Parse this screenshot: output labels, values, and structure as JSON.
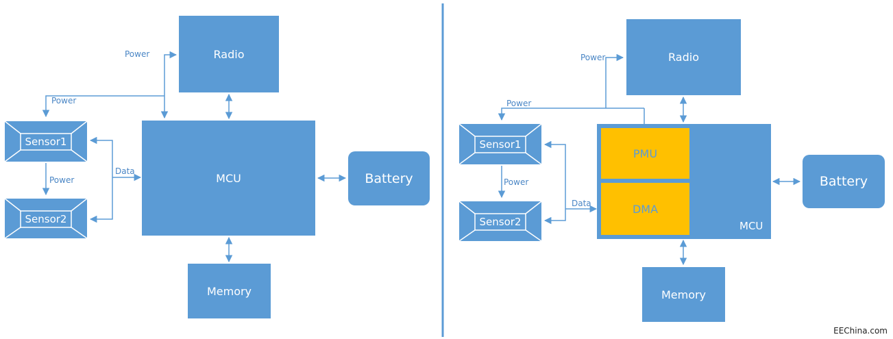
{
  "left": {
    "radio": "Radio",
    "mcu": "MCU",
    "battery": "Battery",
    "memory": "Memory",
    "sensor1": "Sensor1",
    "sensor2": "Sensor2",
    "power_radio": "Power",
    "power_sensor1": "Power",
    "power_sensor2": "Power",
    "data": "Data"
  },
  "right": {
    "radio": "Radio",
    "mcu": "MCU",
    "pmu": "PMU",
    "dma": "DMA",
    "battery": "Battery",
    "memory": "Memory",
    "sensor1": "Sensor1",
    "sensor2": "Sensor2",
    "power_radio": "Power",
    "power_sensor1": "Power",
    "power_sensor2": "Power",
    "data": "Data"
  },
  "watermark": "EEChina.com",
  "colors": {
    "block": "#5b9bd5",
    "highlight": "#ffc000",
    "line": "#5b9bd5",
    "label": "#4a86c5"
  }
}
